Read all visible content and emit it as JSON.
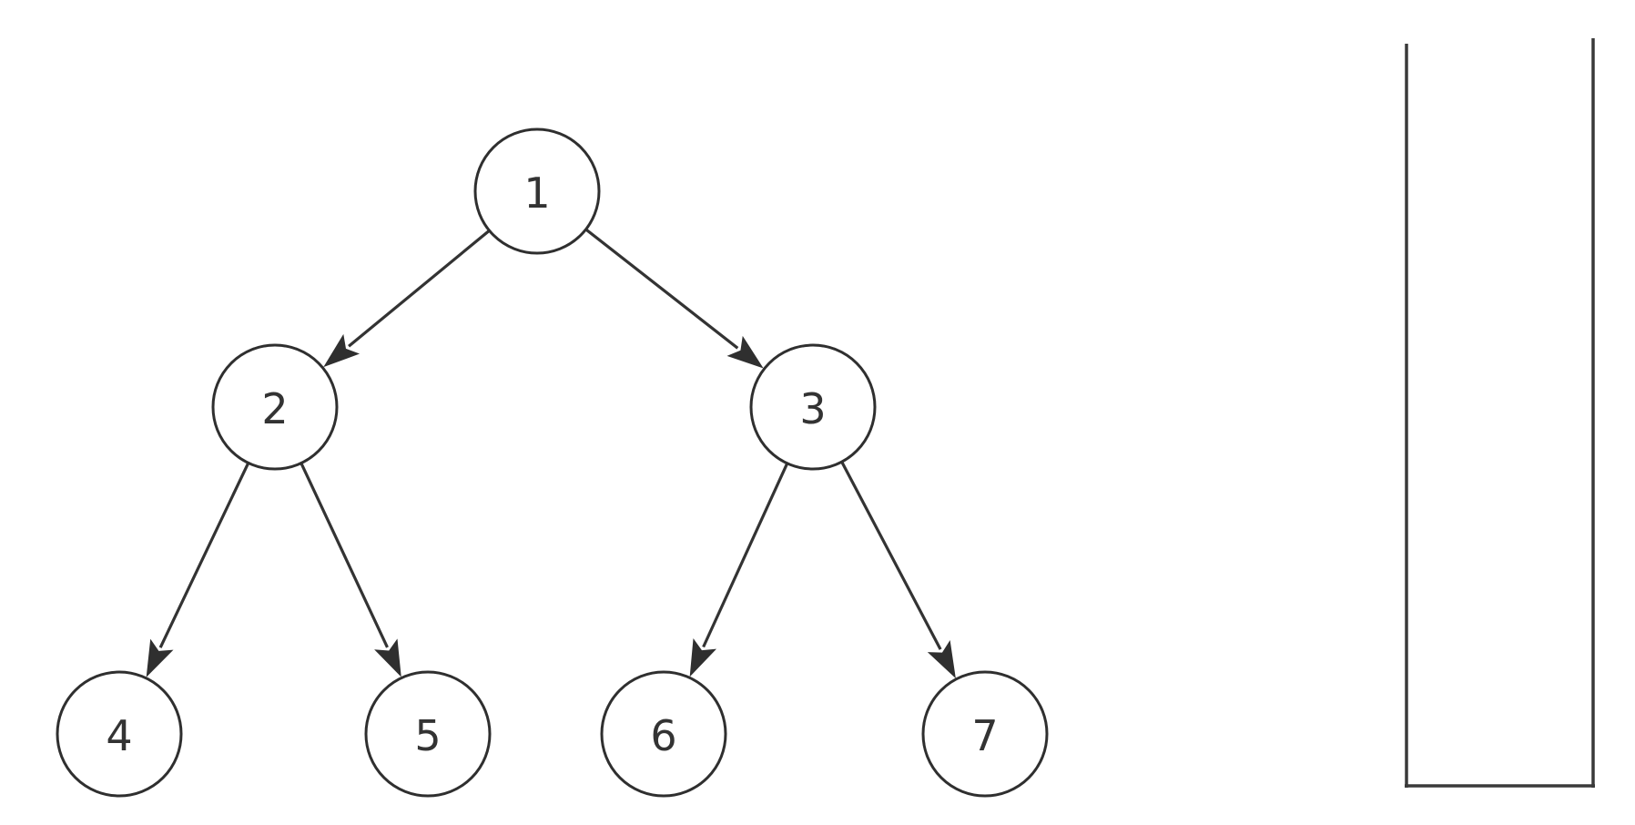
{
  "colors": {
    "stroke": "#2f2f2f",
    "text": "#333333",
    "background": "#ffffff"
  },
  "tree": {
    "nodes": [
      {
        "id": "n1",
        "label": "1"
      },
      {
        "id": "n2",
        "label": "2"
      },
      {
        "id": "n3",
        "label": "3"
      },
      {
        "id": "n4",
        "label": "4"
      },
      {
        "id": "n5",
        "label": "5"
      },
      {
        "id": "n6",
        "label": "6"
      },
      {
        "id": "n7",
        "label": "7"
      }
    ],
    "edges": [
      {
        "from": "n1",
        "to": "n2"
      },
      {
        "from": "n1",
        "to": "n3"
      },
      {
        "from": "n2",
        "to": "n4"
      },
      {
        "from": "n2",
        "to": "n5"
      },
      {
        "from": "n3",
        "to": "n6"
      },
      {
        "from": "n3",
        "to": "n7"
      }
    ]
  },
  "container": {
    "shape": "open-top-box",
    "contents": []
  }
}
